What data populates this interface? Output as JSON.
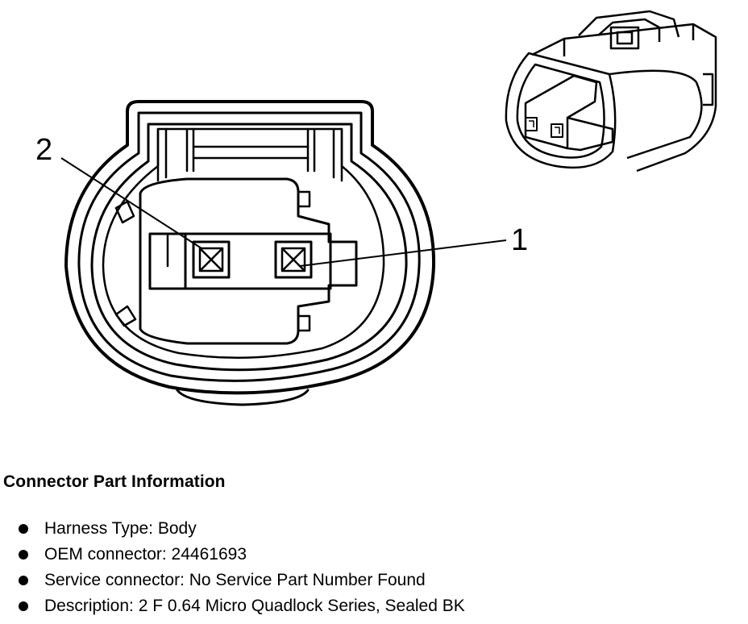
{
  "diagram": {
    "callouts": [
      {
        "number": "2",
        "target": "terminal-2"
      },
      {
        "number": "1",
        "target": "terminal-1"
      }
    ]
  },
  "connector_info": {
    "title": "Connector Part Information",
    "items": [
      {
        "label": "Harness Type: Body"
      },
      {
        "label": "OEM connector: 24461693"
      },
      {
        "label": "Service connector: No Service Part Number Found"
      },
      {
        "label": "Description: 2 F 0.64 Micro Quadlock Series, Sealed BK"
      }
    ]
  }
}
